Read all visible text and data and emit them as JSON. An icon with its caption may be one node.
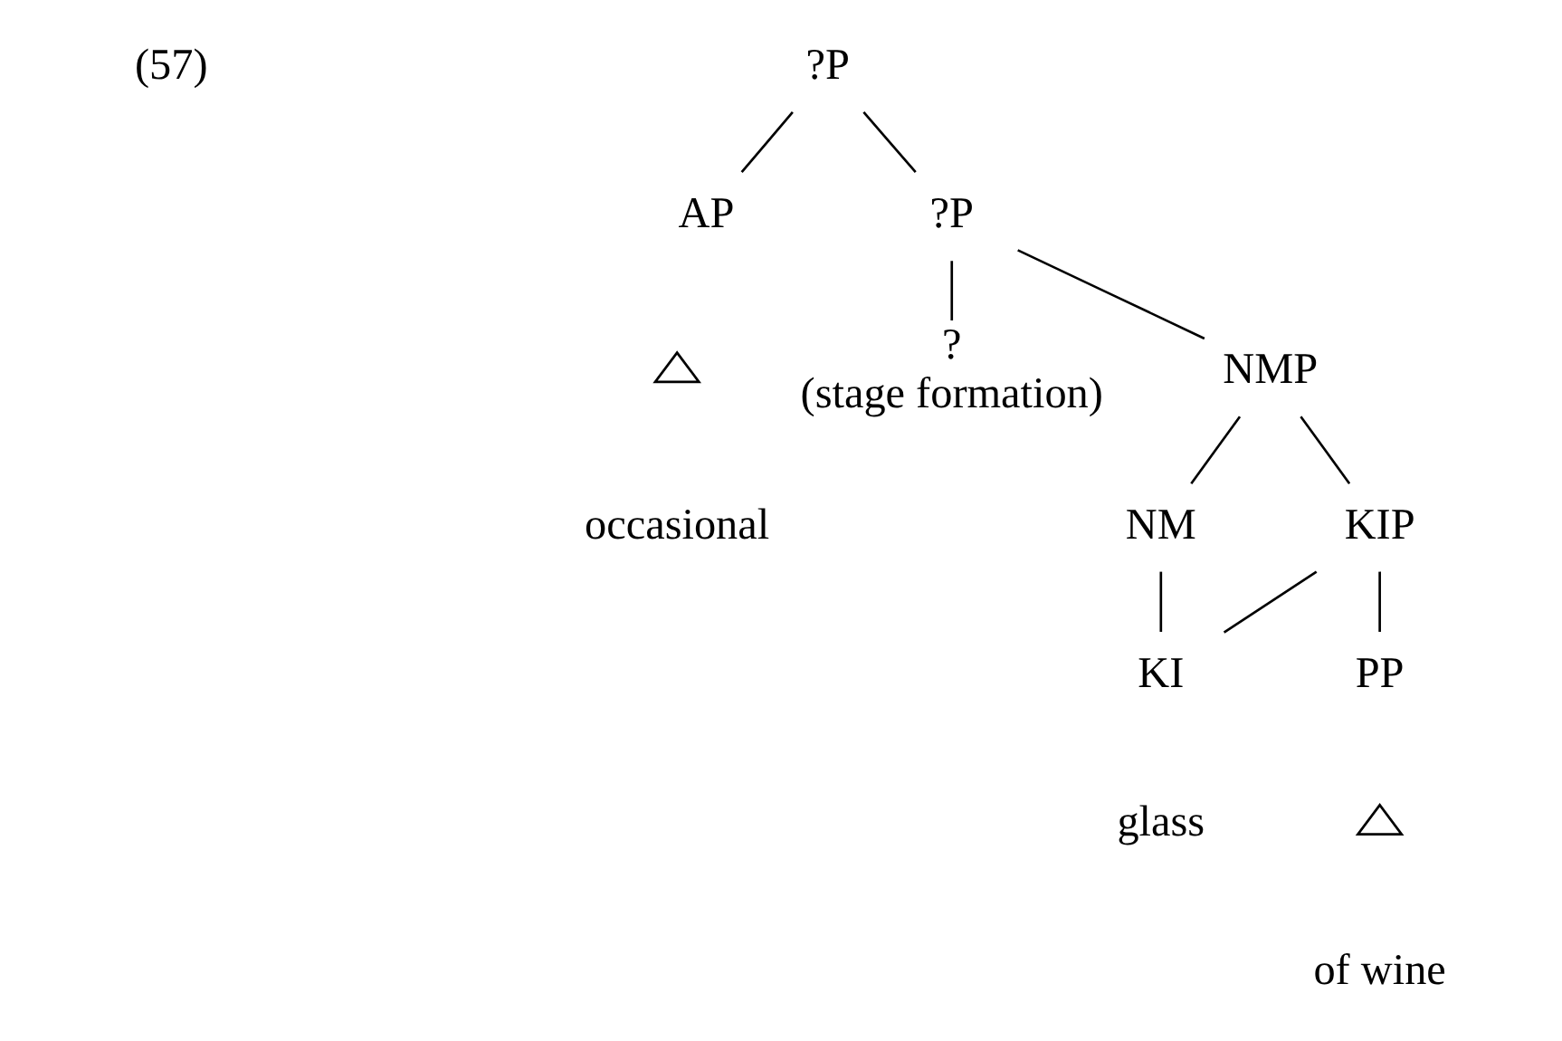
{
  "diagram": {
    "nodes": [
      {
        "text": [
          "?P"
        ]
      },
      {
        "text": [
          "AP"
        ]
      },
      {
        "text": [
          "?P"
        ]
      },
      {
        "text": [],
        "shape": "triangle"
      },
      {
        "text": [
          "occasional"
        ]
      },
      {
        "text": [
          "?",
          "(stage formation)"
        ]
      },
      {
        "text": [
          "NMP"
        ]
      },
      {
        "text": [
          "NM"
        ]
      },
      {
        "text": [
          "KIP"
        ]
      },
      {
        "text": [
          "KI"
        ]
      },
      {
        "text": [
          "PP"
        ]
      },
      {
        "text": [],
        "shape": "triangle"
      },
      {
        "text": [
          "of wine"
        ]
      }
    ],
    "edges": [
      {
        "from": 0,
        "to": 1,
        "arrow": "none"
      },
      {
        "from": 0,
        "to": 2,
        "arrow": "none"
      },
      {
        "from": 2,
        "to": 5,
        "arrow": "none"
      },
      {
        "from": 2,
        "to": 6,
        "arrow": "none"
      },
      {
        "from": 6,
        "to": 7,
        "arrow": "none"
      },
      {
        "from": 6,
        "to": 8,
        "arrow": "none"
      },
      {
        "from": 8,
        "to": 9,
        "arrow": "none"
      },
      {
        "from": 8,
        "to": 10,
        "arrow": "none"
      },
      {
        "from": 7,
        "to": 9,
        "arrow": "none"
      }
    ],
    "labels": [
      "(57)",
      "glass"
    ]
  }
}
